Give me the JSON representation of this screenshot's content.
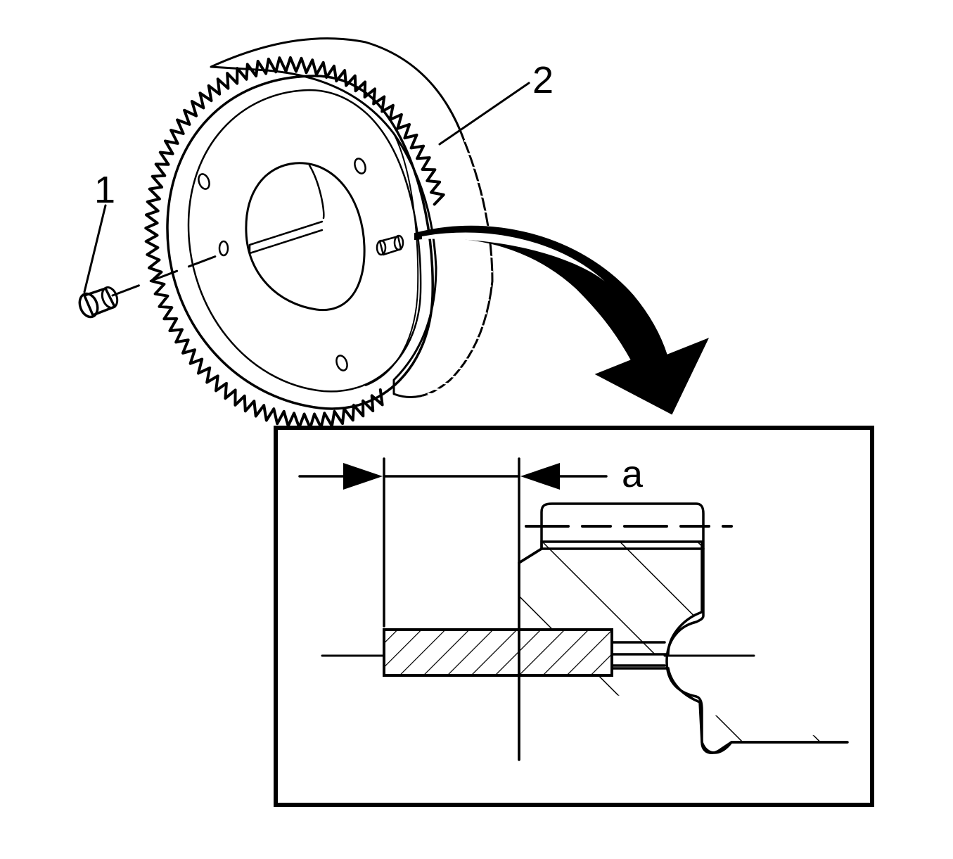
{
  "callouts": {
    "dowel_pin": "1",
    "gear": "2",
    "dimension": "a"
  },
  "colors": {
    "ink": "#000000",
    "paper": "#ffffff"
  }
}
